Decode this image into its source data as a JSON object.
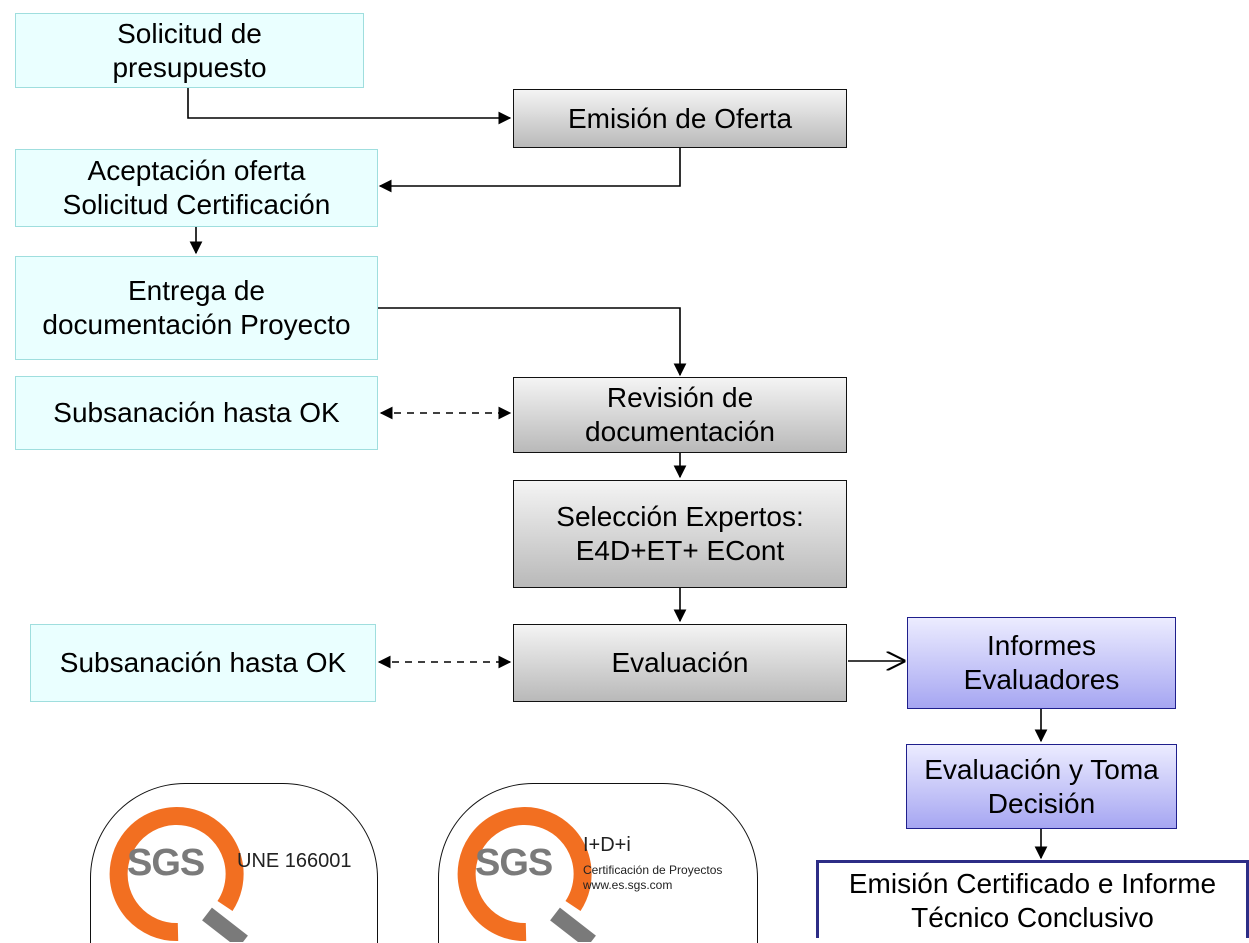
{
  "diagram": {
    "nodes": {
      "solicitud_presupuesto": [
        "Solicitud de",
        "presupuesto"
      ],
      "emision_oferta": [
        "Emisión de Oferta"
      ],
      "aceptacion_oferta": [
        "Aceptación oferta",
        "Solicitud Certificación"
      ],
      "entrega_documentacion": [
        "Entrega de",
        "documentación Proyecto"
      ],
      "subsanacion_1": [
        "Subsanación hasta OK"
      ],
      "revision_documentacion": [
        "Revisión de",
        "documentación"
      ],
      "seleccion_expertos": [
        "Selección Expertos:",
        "E4D+ET+ ECont"
      ],
      "subsanacion_2": [
        "Subsanación hasta OK"
      ],
      "evaluacion": [
        "Evaluación"
      ],
      "informes_evaluadores": [
        "Informes",
        "Evaluadores"
      ],
      "evaluacion_toma_decision": [
        "Evaluación y Toma",
        "Decisión"
      ],
      "emision_certificado": [
        "Emisión Certificado e Informe",
        "Técnico Conclusivo"
      ]
    },
    "colors": {
      "cyan_fill": "#eaffff",
      "gray_fill": "#b9b9b9",
      "blue_fill": "#a6a6f2",
      "sgs_orange": "#f26f21",
      "sgs_gray": "#7a7a7a"
    }
  },
  "badges": {
    "une": {
      "logo": "SGS",
      "text": "UNE 166001"
    },
    "idi": {
      "logo": "SGS",
      "title": "I+D+i",
      "line1": "Certificación de Proyectos",
      "line2": "www.es.sgs.com"
    }
  }
}
